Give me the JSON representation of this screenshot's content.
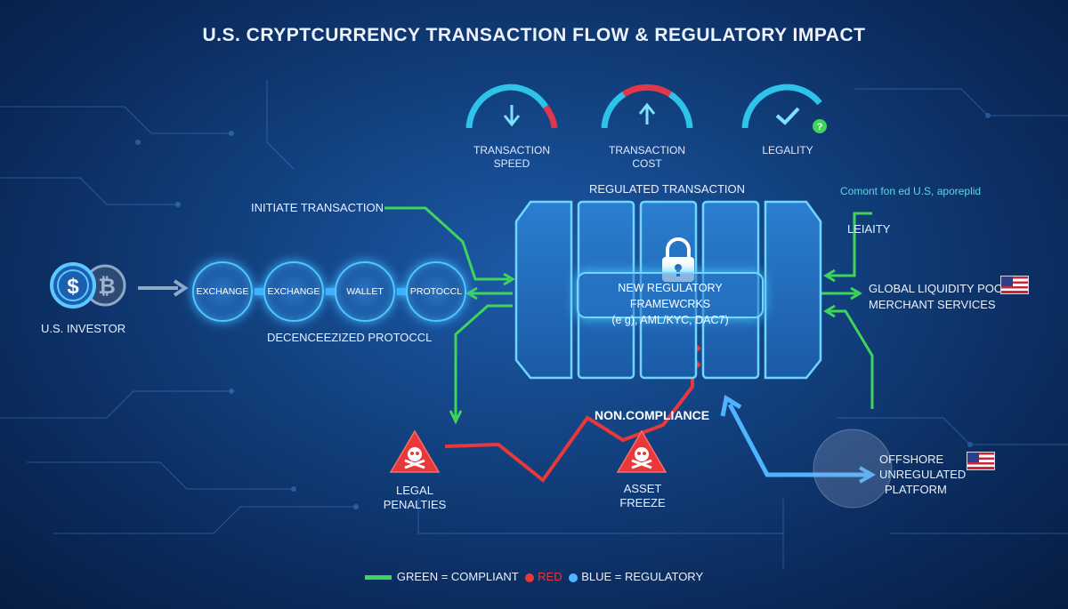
{
  "title": "U.S. CRYPTCURRENCY TRANSACTION FLOW & REGULATORY IMPACT",
  "gauges": [
    {
      "label_line1": "TRANSACTION",
      "label_line2": "SPEED",
      "icon": "arrow-down-icon"
    },
    {
      "label_line1": "TRANSACTION",
      "label_line2": "COST",
      "icon": "arrow-up-icon"
    },
    {
      "label_line1": "LEGALITY",
      "label_line2": "",
      "icon": "checkmark-icon"
    }
  ],
  "investor": {
    "label": "U.S. INVESTOR",
    "coin_dollar": "$",
    "coin_bitcoin": "₿"
  },
  "initiate_label": "INITIATE TRANSACTION",
  "chain": {
    "nodes": [
      "EXCHANGE",
      "EXCHANGE",
      "WALLET",
      "PROTOCCL"
    ],
    "caption": "DECENCEEZIZED PROTOCCL"
  },
  "regulated": {
    "title": "REGULATED TRANSACTION",
    "framework_line1": "NEW REGULATORY FRAMEWCRKS",
    "framework_line2": "(e g), AML/KYC, DAC7)"
  },
  "right_panel": {
    "note": "Comont fon ed U.S, aporeplid",
    "legaity": "LEIAITY",
    "global": "GLOBAL LIQUIDITY POOLS",
    "merchant": "MERCHANT SERVICES"
  },
  "non_compliance": "NON.COMPLIANCE",
  "penalties": [
    {
      "line1": "LEGAL",
      "line2": "PENALTIES"
    },
    {
      "line1": "ASSET",
      "line2": "FREEZE"
    }
  ],
  "offshore": {
    "line1": "OFFSHORE",
    "line2": "UNREGULATED",
    "line3": "PLATFORM"
  },
  "legend": {
    "green": "GREEN = COMPLIANT",
    "red": "RED",
    "blue": "BLUE = REGULATORY"
  },
  "colors": {
    "green": "#3fd45a",
    "red": "#e8383a",
    "blue": "#4fc7ff"
  }
}
